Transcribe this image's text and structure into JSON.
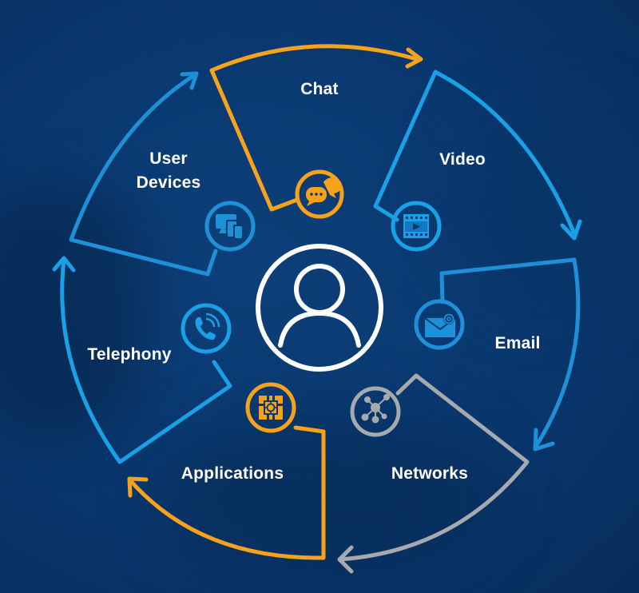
{
  "colors": {
    "orange": "#f7a21b",
    "blue": "#1aa0e6",
    "blue_mid": "#1e90d8",
    "gray": "#a6a9ad",
    "white": "#ffffff",
    "background": "#0a3a72"
  },
  "center": {
    "icon": "user-profile-icon"
  },
  "segments": [
    {
      "id": "chat",
      "label": "Chat",
      "icon": "chat-bubbles-icon",
      "color": "#f7a21b"
    },
    {
      "id": "video",
      "label": "Video",
      "icon": "video-film-icon",
      "color": "#1aa0e6"
    },
    {
      "id": "email",
      "label": "Email",
      "icon": "email-envelope-icon",
      "color": "#1e90d8"
    },
    {
      "id": "networks",
      "label": "Networks",
      "icon": "network-nodes-icon",
      "color": "#a6a9ad"
    },
    {
      "id": "applications",
      "label": "Applications",
      "icon": "application-gear-icon",
      "color": "#f7a21b"
    },
    {
      "id": "telephony",
      "label": "Telephony",
      "icon": "phone-call-icon",
      "color": "#1aa0e6"
    },
    {
      "id": "user_devices",
      "label_line1": "User",
      "label_line2": "Devices",
      "icon": "user-devices-icon",
      "color": "#1e90d8"
    }
  ]
}
